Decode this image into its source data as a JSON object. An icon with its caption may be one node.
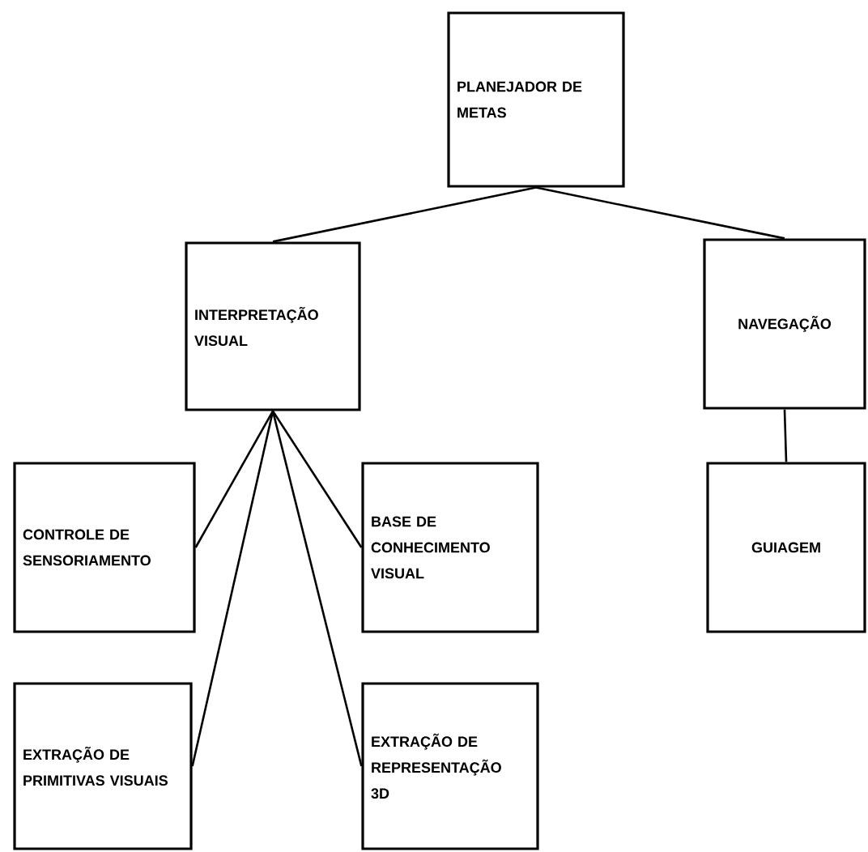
{
  "diagram": {
    "nodes": [
      {
        "text": [
          "PLANEJADOR DE METAS"
        ]
      },
      {
        "text": [
          "INTERPRETAÇÃO VISUAL"
        ]
      },
      {
        "text": [
          "NAVEGAÇÃO"
        ]
      },
      {
        "text": [
          "CONTROLE DE SENSORIAMENTO"
        ]
      },
      {
        "text": [
          "BASE DE CONHECIMENTO VISUAL"
        ]
      },
      {
        "text": [
          "GUIAGEM"
        ]
      },
      {
        "text": [
          "EXTRAÇÃO DE PRIMITIVAS VISUAIS"
        ]
      },
      {
        "text": [
          "EXTRAÇÃO DE REPRESENTAÇÃO 3D"
        ]
      }
    ],
    "edges": [
      {
        "from": 0,
        "to": 1,
        "arrow": "none"
      },
      {
        "from": 0,
        "to": 2,
        "arrow": "none"
      },
      {
        "from": 1,
        "to": 3,
        "arrow": "none"
      },
      {
        "from": 1,
        "to": 6,
        "arrow": "none"
      },
      {
        "from": 1,
        "to": 7,
        "arrow": "none"
      },
      {
        "from": 1,
        "to": 4,
        "arrow": "none"
      },
      {
        "from": 2,
        "to": 5,
        "arrow": "none"
      }
    ]
  }
}
